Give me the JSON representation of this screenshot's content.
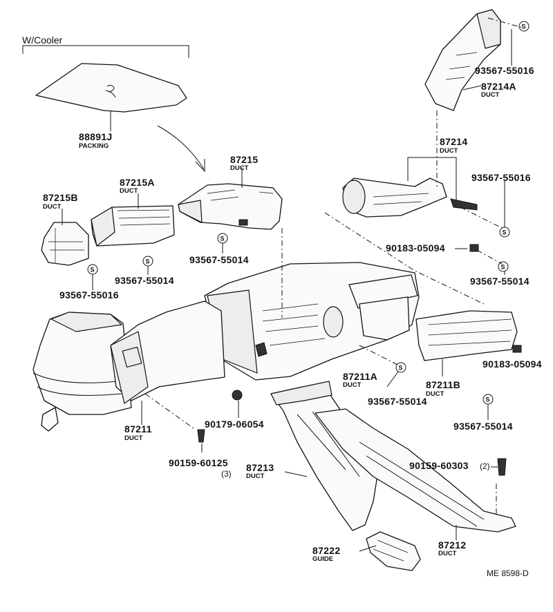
{
  "title": "W/Cooler",
  "code": "ME 8598-D",
  "screw_symbol": "S",
  "callouts": {
    "p88891j": {
      "part": "88891J",
      "name": "PACKING"
    },
    "p87215": {
      "part": "87215",
      "name": "DUCT"
    },
    "p87215a": {
      "part": "87215A",
      "name": "DUCT"
    },
    "p87215b": {
      "part": "87215B",
      "name": "DUCT"
    },
    "p87214a": {
      "part": "87214A",
      "name": "DUCT"
    },
    "p87214": {
      "part": "87214",
      "name": "DUCT"
    },
    "p87211": {
      "part": "87211",
      "name": "DUCT"
    },
    "p87211a": {
      "part": "87211A",
      "name": "DUCT"
    },
    "p87211b": {
      "part": "87211B",
      "name": "DUCT"
    },
    "p87213": {
      "part": "87213",
      "name": "DUCT"
    },
    "p87212": {
      "part": "87212",
      "name": "DUCT"
    },
    "p87222": {
      "part": "87222",
      "name": "GUIDE"
    },
    "s01": {
      "part": "93567-55016"
    },
    "s02": {
      "part": "93567-55016"
    },
    "s03": {
      "part": "93567-55014"
    },
    "s04": {
      "part": "93567-55014"
    },
    "s05": {
      "part": "93567-55016"
    },
    "s06": {
      "part": "90183-05094"
    },
    "s07": {
      "part": "93567-55014"
    },
    "s08": {
      "part": "90183-05094"
    },
    "s09": {
      "part": "93567-55014"
    },
    "s10": {
      "part": "93567-55014"
    },
    "s11": {
      "part": "90179-06054"
    },
    "s12": {
      "part": "90159-60125",
      "qty": "(3)"
    },
    "s13": {
      "part": "90159-60303",
      "qty": "(2)"
    }
  }
}
